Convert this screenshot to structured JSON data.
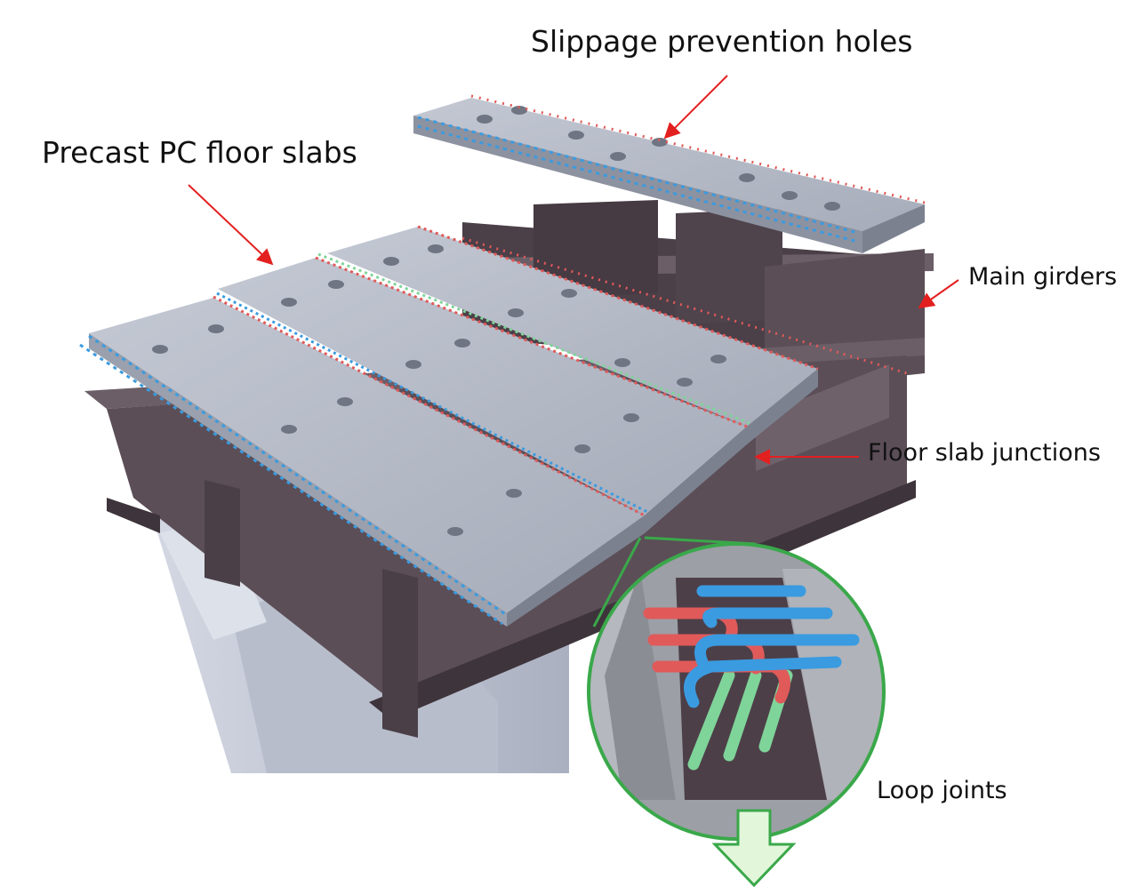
{
  "labels": {
    "slippage_holes": "Slippage prevention holes",
    "precast_slabs": "Precast PC floor slabs",
    "main_girders": "Main girders",
    "slab_junctions": "Floor slab junctions",
    "loop_joints": "Loop joints"
  },
  "colors": {
    "slab_top": "#b4bac6",
    "slab_side": "#8d92a0",
    "girder": "#5b4e57",
    "girder_dark": "#3e343b",
    "pier": "#c9cdd9",
    "rebar_blue": "#3a9be0",
    "rebar_red": "#e05a5a",
    "rebar_green": "#7fd49a",
    "leader_arrow": "#e32020",
    "callout_green": "#3aa84a",
    "down_arrow_fill": "#e2f6da"
  },
  "icons": {
    "down_arrow": "down-arrow-icon",
    "detail_circle": "magnifier-circle-icon"
  }
}
